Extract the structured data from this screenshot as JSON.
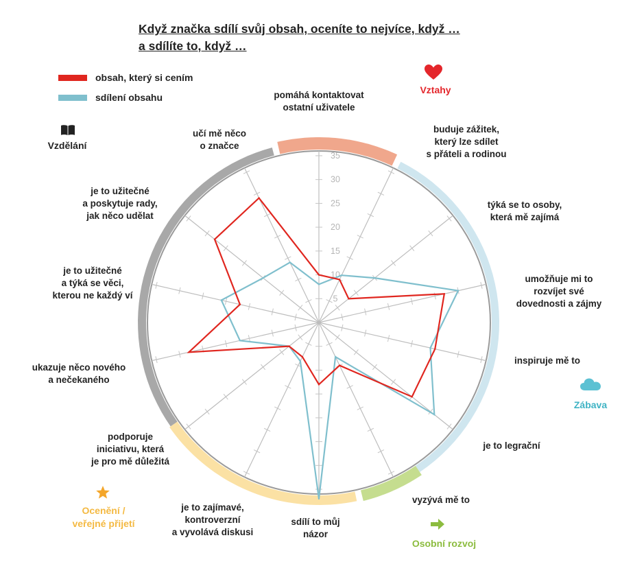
{
  "title": {
    "line1": "Když značka sdílí svůj obsah, oceníte to nejvíce, když …",
    "line2": "a sdílíte to, když …"
  },
  "legend": [
    {
      "label": "obsah, který si cením",
      "color": "#e0261f"
    },
    {
      "label": "sdílení obsahu",
      "color": "#7fbfcd"
    }
  ],
  "categories": [
    {
      "name": "Vztahy",
      "color": "#e4262b",
      "icon": "heart-icon"
    },
    {
      "name": "Zábava",
      "color": "#3fb3c4",
      "icon": "cloud-icon"
    },
    {
      "name": "Osobní rozvoj",
      "color": "#8cbc3f",
      "icon": "arrow-right-icon"
    },
    {
      "name": "Ocenění / veřejné přijetí",
      "lines": [
        "Ocenění /",
        "veřejné přijetí"
      ],
      "color": "#f4b942",
      "icon": "star-icon"
    },
    {
      "name": "Vzdělání",
      "color": "#222222",
      "icon": "book-icon"
    }
  ],
  "chart_data": {
    "type": "radar",
    "title": "Když značka sdílí svůj obsah, oceníte to nejvíce, když … a sdílíte to, když …",
    "r_ticks": [
      5,
      10,
      15,
      20,
      25,
      30,
      35
    ],
    "rlim": [
      0,
      35
    ],
    "axes": [
      {
        "label": "pomáhá kontaktovat ostatní uživatele",
        "lines": [
          "pomáhá kontaktovat",
          "ostatní uživatele"
        ]
      },
      {
        "label": "buduje zážitek, který lze sdílet s přáteli a rodinou",
        "lines": [
          "buduje zážitek,",
          "který lze sdílet",
          "s přáteli a rodinou"
        ]
      },
      {
        "label": "týká se to osoby, která mě zajímá",
        "lines": [
          "týká se to osoby,",
          "která mě zajímá"
        ]
      },
      {
        "label": "umožňuje mi to rozvíjet své dovednosti a zájmy",
        "lines": [
          "umožňuje mi to",
          "rozvíjet své",
          "dovednosti a zájmy"
        ]
      },
      {
        "label": "inspiruje mě to",
        "lines": [
          "inspiruje mě to"
        ]
      },
      {
        "label": "je to legrační",
        "lines": [
          "je to legrační"
        ]
      },
      {
        "label": "vyzývá mě to",
        "lines": [
          "vyzývá mě to"
        ]
      },
      {
        "label": "sdílí to můj názor",
        "lines": [
          "sdílí to můj",
          "názor"
        ]
      },
      {
        "label": "je to zajímavé, kontroverzní a vyvolává diskusi",
        "lines": [
          "je to zajímavé,",
          "kontroverzní",
          "a vyvolává diskusi"
        ]
      },
      {
        "label": "podporuje iniciativu, která je pro mě důležitá",
        "lines": [
          "podporuje",
          "iniciativu, která",
          "je pro mě důležitá"
        ]
      },
      {
        "label": "ukazuje něco nového a nečekaného",
        "lines": [
          "ukazuje něco nového",
          "a nečekaného"
        ]
      },
      {
        "label": "je to užitečné a týká se věci, kterou ne každý ví",
        "lines": [
          "je to užitečné",
          "a týká se věci,",
          "kterou ne každý ví"
        ]
      },
      {
        "label": "je to užitečné a poskytuje rady, jak něco udělat",
        "lines": [
          "je to užitečné",
          "a poskytuje rady,",
          "jak něco udělat"
        ]
      },
      {
        "label": "učí mě něco o značce",
        "lines": [
          "učí mě něco",
          "o značce"
        ]
      }
    ],
    "series": [
      {
        "name": "obsah, který si cením",
        "color": "#e0261f",
        "values": [
          10,
          10,
          8,
          27,
          25,
          25,
          10,
          13,
          8,
          8,
          28,
          17,
          28,
          29
        ]
      },
      {
        "name": "sdílení obsahu",
        "color": "#7fbfcd",
        "values": [
          8,
          11,
          15,
          30,
          24,
          31,
          8,
          37,
          9,
          8,
          17,
          21,
          15,
          14
        ]
      }
    ]
  }
}
